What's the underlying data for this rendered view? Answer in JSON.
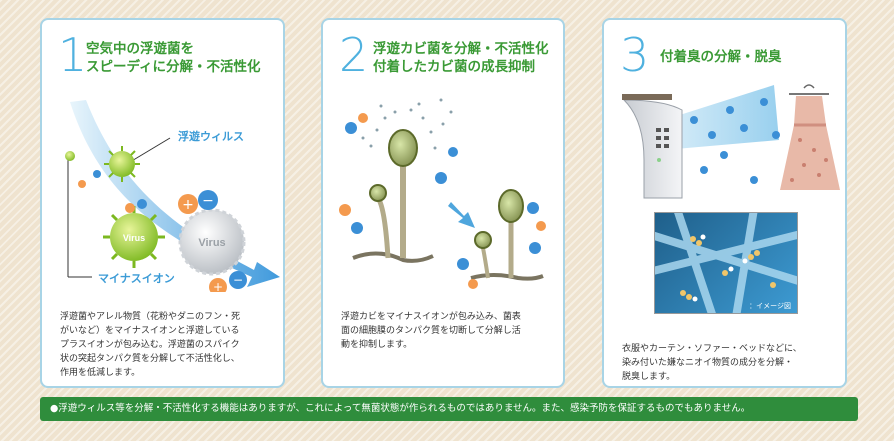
{
  "panels": [
    {
      "number": "1",
      "title_lines": [
        "空気中の浮遊菌を",
        "スピーディに分解・不活性化"
      ],
      "labels": {
        "virus": "浮遊ウィルス",
        "ion": "マイナスイオン",
        "virus_ball": "Virus"
      },
      "description": "浮遊菌やアレル物質（花粉やダニのフン・死\nがいなど）をマイナスイオンと浮遊している\nプラスイオンが包み込む。浮遊菌のスパイク\n状の突起タンパク質を分解して不活性化し、\n作用を低減します。"
    },
    {
      "number": "2",
      "title_lines": [
        "浮遊カビ菌を分解・不活性化",
        "付着したカビ菌の成長抑制"
      ],
      "description": "浮遊カビをマイナスイオンが包み込み、菌表\n面の細胞膜のタンパク質を切断して分解し活\n動を抑制します。"
    },
    {
      "number": "3",
      "title_lines": [
        "付着臭の分解・脱臭"
      ],
      "image_caption": "：イメージ図",
      "description": "衣服やカーテン・ソファー・ベッドなどに、\n染み付いた嫌なニオイ物質の成分を分解・\n脱臭します。"
    }
  ],
  "notice": "●浮遊ウィルス等を分解・不活性化する機能はありますが、これによって無菌状態が作られるものではありません。また、感染予防を保証するものでもありません。",
  "colors": {
    "title_green": "#3a9a35",
    "number_blue": "#4fb1df",
    "card_border": "#a8d4e6",
    "notice_bg": "#2f8d3c"
  }
}
